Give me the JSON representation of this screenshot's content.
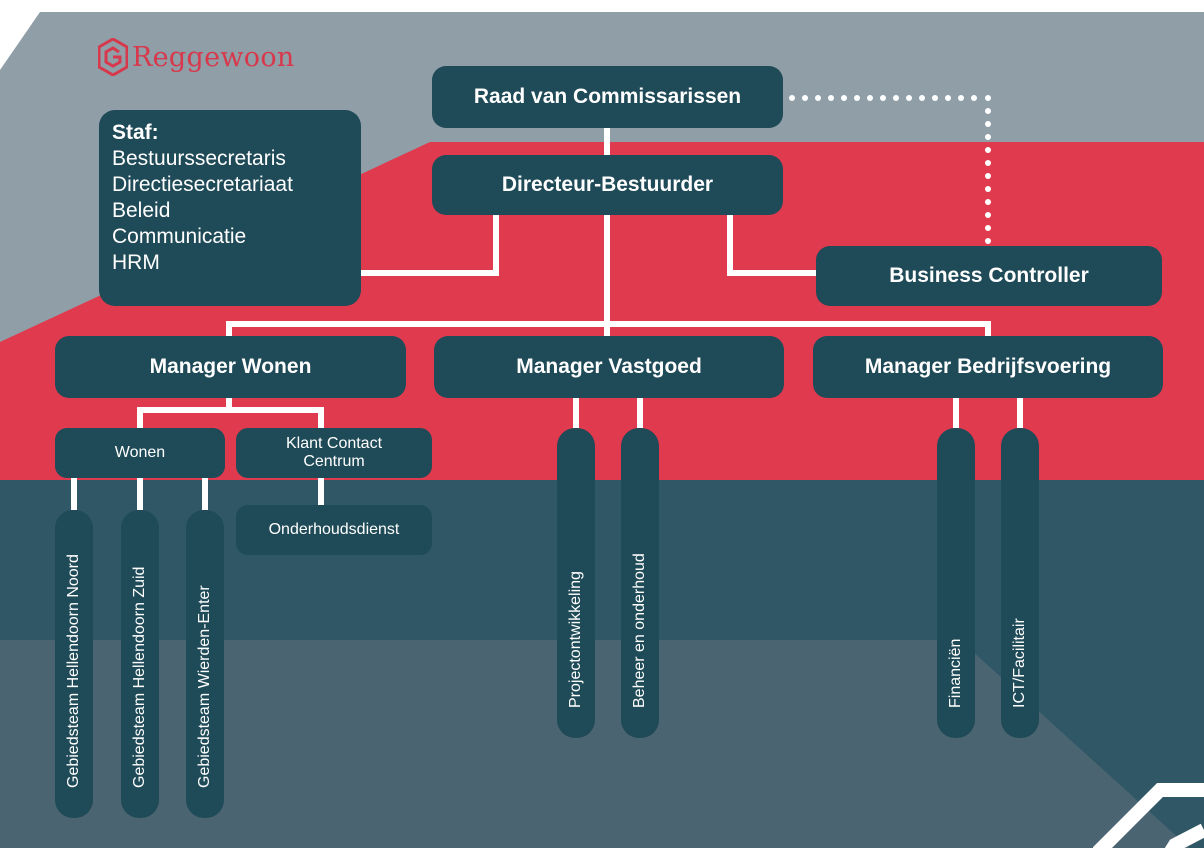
{
  "brand": {
    "name": "Reggewoon"
  },
  "colors": {
    "navy": "#1f4a57",
    "red": "#e03a4f",
    "grey": "#8f9ea7",
    "slate": "#4b6471",
    "line": "#ffffff"
  },
  "org": {
    "board": "Raad van Commissarissen",
    "director": "Directeur-Bestuurder",
    "controller": "Business Controller",
    "staff": {
      "title": "Staf:",
      "items": [
        "Bestuurssecretaris",
        "Directiesecretariaat",
        "Beleid",
        "Communicatie",
        "HRM"
      ]
    },
    "managers": {
      "wonen": "Manager Wonen",
      "vastgoed": "Manager Vastgoed",
      "bedrijf": "Manager Bedrijfsvoering"
    },
    "wonen_units": {
      "wonen": "Wonen",
      "kcc_line1": "Klant  Contact",
      "kcc_line2": "Centrum",
      "onderhoud": "Onderhoudsdienst"
    },
    "teams": [
      "Gebiedsteam Hellendoorn Noord",
      "Gebiedsteam Hellendoorn Zuid",
      "Gebiedsteam Wierden-Enter"
    ],
    "vastgoed_units": [
      "Projectontwikkeling",
      "Beheer en onderhoud"
    ],
    "bedrijf_units": [
      "Financiën",
      "ICT/Facilitair"
    ]
  }
}
